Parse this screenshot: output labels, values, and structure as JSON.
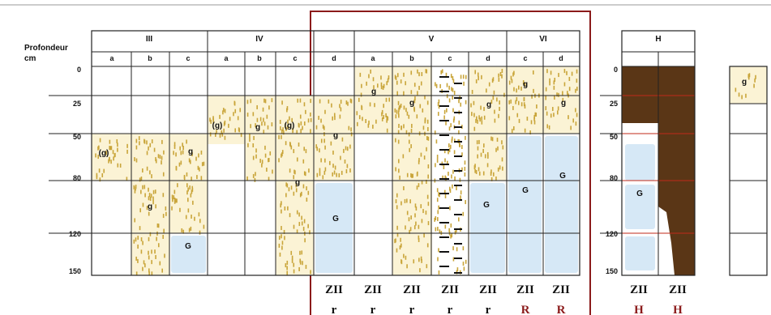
{
  "axis": {
    "title_line1": "Profondeur",
    "title_line2": "cm",
    "depths": [
      "0",
      "25",
      "50",
      "80",
      "120",
      "150"
    ],
    "depths_right": [
      "0",
      "25",
      "50",
      "80",
      "120",
      "150"
    ]
  },
  "groups": [
    {
      "label": "III",
      "columns": [
        "a",
        "b",
        "c"
      ]
    },
    {
      "label": "IV",
      "columns": [
        "a",
        "b",
        "c"
      ]
    },
    {
      "label": "",
      "columns": [
        "d"
      ]
    },
    {
      "label": "V",
      "columns": [
        "a",
        "b",
        "c",
        "d"
      ]
    },
    {
      "label": "VI",
      "columns": [
        "c",
        "d"
      ]
    }
  ],
  "hgroup": {
    "label": "H"
  },
  "cell_labels": {
    "g_paren_a": "(g)",
    "g": "g",
    "G": "G",
    "g_paren_b": "(g)",
    "g_paren_c": "(g)"
  },
  "bottom": {
    "zone": [
      "ZII",
      "ZII",
      "ZII",
      "ZII",
      "ZII",
      "ZII",
      "ZII",
      "ZII",
      "ZII"
    ],
    "codes": [
      "r",
      "r",
      "r",
      "r",
      "r",
      "R",
      "R",
      "H",
      "H"
    ],
    "code_colors": [
      "#111111",
      "#111111",
      "#111111",
      "#111111",
      "#111111",
      "#8b1a1a",
      "#8b1a1a",
      "#8b1a1a",
      "#8b1a1a"
    ]
  },
  "colors": {
    "frame": "#8b1a1a",
    "sand": "#fbf3d5",
    "gley": "#d6e8f6",
    "peat": "#5a3616",
    "grid": "#222222",
    "specks": "#c9a53a"
  }
}
